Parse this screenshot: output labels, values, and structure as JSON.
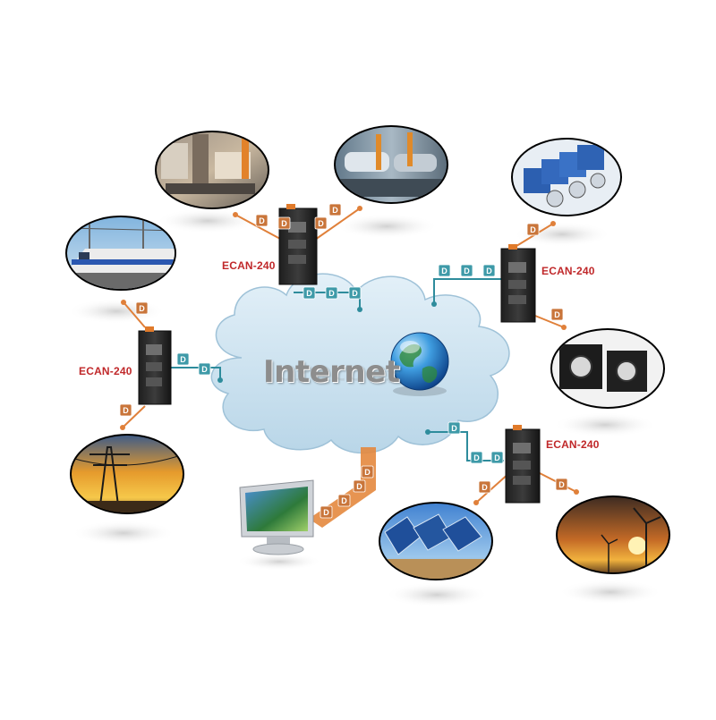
{
  "cloud": {
    "label": "Internet"
  },
  "devices": [
    {
      "id": "top",
      "label": "ECAN-240"
    },
    {
      "id": "left",
      "label": "ECAN-240"
    },
    {
      "id": "right",
      "label": "ECAN-240"
    },
    {
      "id": "bottom-right",
      "label": "ECAN-240"
    }
  ],
  "badges": {
    "data_letter": "D"
  },
  "icons": {
    "factory_line_1": "factory-assembly-line-photo",
    "factory_line_2": "car-factory-robots-photo",
    "train": "train-photo",
    "power_tower": "power-transmission-tower-sunset-photo",
    "servo_motors": "servo-motors-photo",
    "stepper_motors": "stepper-motors-photo",
    "solar_panels": "solar-panels-photo",
    "wind_turbines": "wind-turbines-sunset-photo",
    "monitor": "computer-monitor-icon",
    "globe": "globe-icon"
  },
  "colors": {
    "device_label": "#c0282a",
    "can_line": "#e0803a",
    "ethernet_line": "#2e8c9c",
    "d_badge_orange": "#c9753a",
    "d_badge_teal": "#3e9aa8",
    "cloud": "#cfe3ef"
  }
}
